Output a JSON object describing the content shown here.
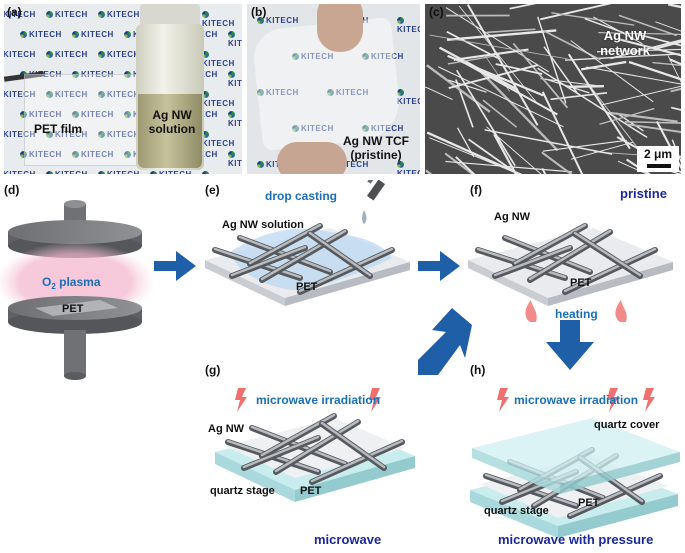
{
  "panels": {
    "a": {
      "tag": "(a)",
      "film_label": "PET film",
      "solution_label": "Ag NW\nsolution"
    },
    "b": {
      "tag": "(b)",
      "tcf_label": "Ag NW TCF\n(pristine)"
    },
    "c": {
      "tag": "(c)",
      "network_label": "Ag NW\nnetwork",
      "scale_label": "2 μm"
    },
    "d": {
      "tag": "(d)",
      "plasma_label": "O",
      "plasma_sub": "2",
      "plasma_rest": " plasma",
      "substrate_label": "PET"
    },
    "e": {
      "tag": "(e)",
      "step_label": "drop casting",
      "solution_label": "Ag NW solution",
      "substrate_label": "PET"
    },
    "f": {
      "tag": "(f)",
      "state_label": "pristine",
      "nw_label": "Ag NW",
      "substrate_label": "PET",
      "heat_label": "heating"
    },
    "g": {
      "tag": "(g)",
      "irradiation_label": "microwave irradiation",
      "nw_label": "Ag NW",
      "stage_label": "quartz stage",
      "substrate_label": "PET",
      "method_label": "microwave"
    },
    "h": {
      "tag": "(h)",
      "irradiation_label": "microwave irradiation",
      "cover_label": "quartz cover",
      "stage_label": "quartz stage",
      "substrate_label": "PET",
      "method_label": "microwave with pressure"
    }
  },
  "watermark_text": "KITECH",
  "colors": {
    "arrow": "#1f5fa8",
    "label_blue": "#1a6fb8",
    "label_navy": "#1a2a9e",
    "rod": "#8a8e94",
    "plasma": "#f2a9c4",
    "quartz": "#c9ecee",
    "flame": "#f28a8a"
  }
}
